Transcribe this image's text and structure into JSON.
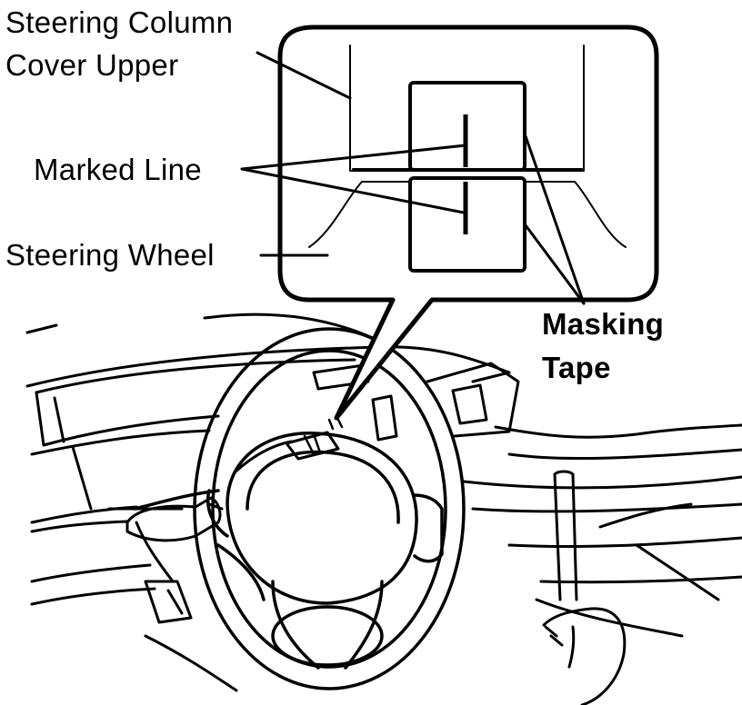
{
  "labels": {
    "steering_column_cover_upper_line1": "Steering Column",
    "steering_column_cover_upper_line2": "Cover Upper",
    "marked_line": "Marked Line",
    "steering_wheel": "Steering Wheel",
    "masking_tape_line1": "Masking",
    "masking_tape_line2": "Tape"
  },
  "colors": {
    "ink": "#000000",
    "paper": "#ffffff"
  }
}
